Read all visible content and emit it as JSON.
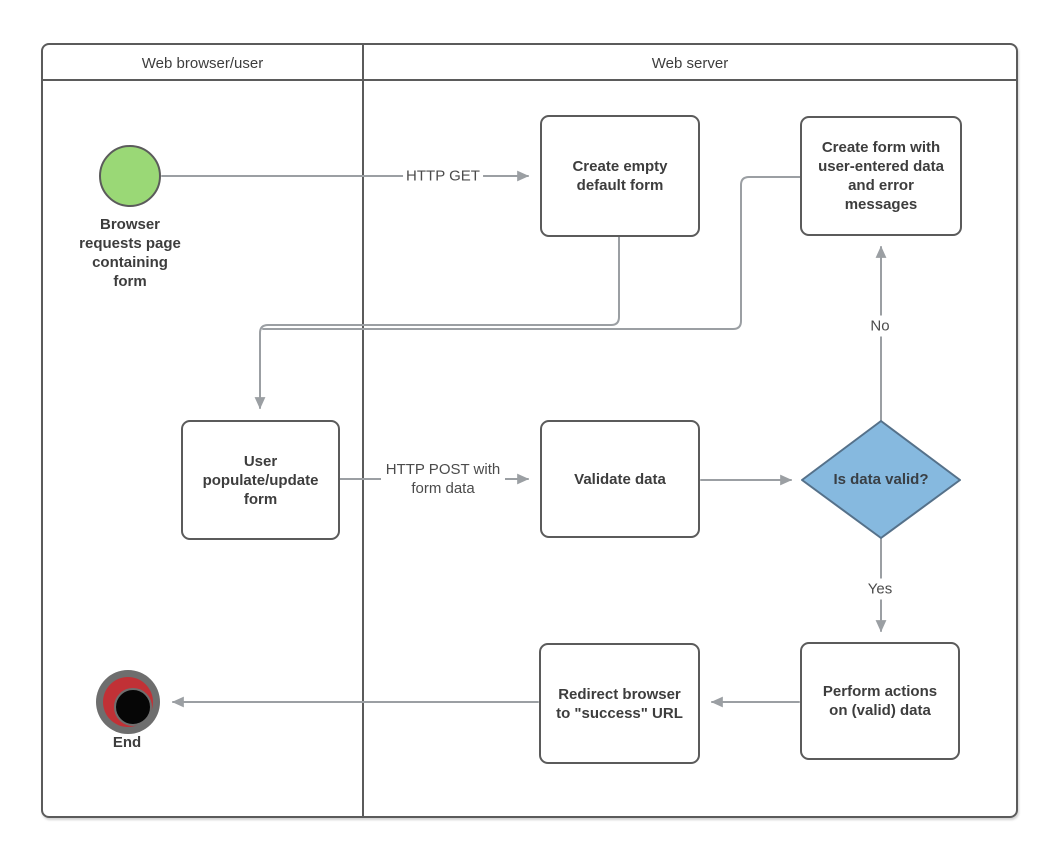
{
  "colors": {
    "line": "#9b9fa3",
    "lane_border": "#5b5b5b",
    "box_border": "#5b5b5b",
    "box_fill": "#ffffff",
    "text": "#3d3d3d",
    "start_fill": "#9ad876",
    "diamond_fill": "#86b9df",
    "diamond_border": "#55718a",
    "end_outer": "#6e6e6e",
    "end_ring": "#c13136",
    "end_core": "#060606"
  },
  "lanes": {
    "browser": {
      "title": "Web browser/user"
    },
    "server": {
      "title": "Web server"
    }
  },
  "nodes": {
    "start": {
      "label": "Browser requests page containing form"
    },
    "create_empty": {
      "label": "Create empty default form"
    },
    "create_form_errors": {
      "label": "Create form with user-entered data and error messages"
    },
    "user_populate": {
      "label": "User populate/update form"
    },
    "validate": {
      "label": "Validate data"
    },
    "decision": {
      "label": "Is data valid?"
    },
    "perform_actions": {
      "label": "Perform actions on (valid) data"
    },
    "redirect": {
      "label": "Redirect browser to \"success\" URL"
    },
    "end": {
      "label": "End"
    }
  },
  "edges": {
    "http_get": {
      "label": "HTTP GET"
    },
    "http_post": {
      "label": "HTTP POST with form data"
    },
    "no": {
      "label": "No"
    },
    "yes": {
      "label": "Yes"
    }
  }
}
